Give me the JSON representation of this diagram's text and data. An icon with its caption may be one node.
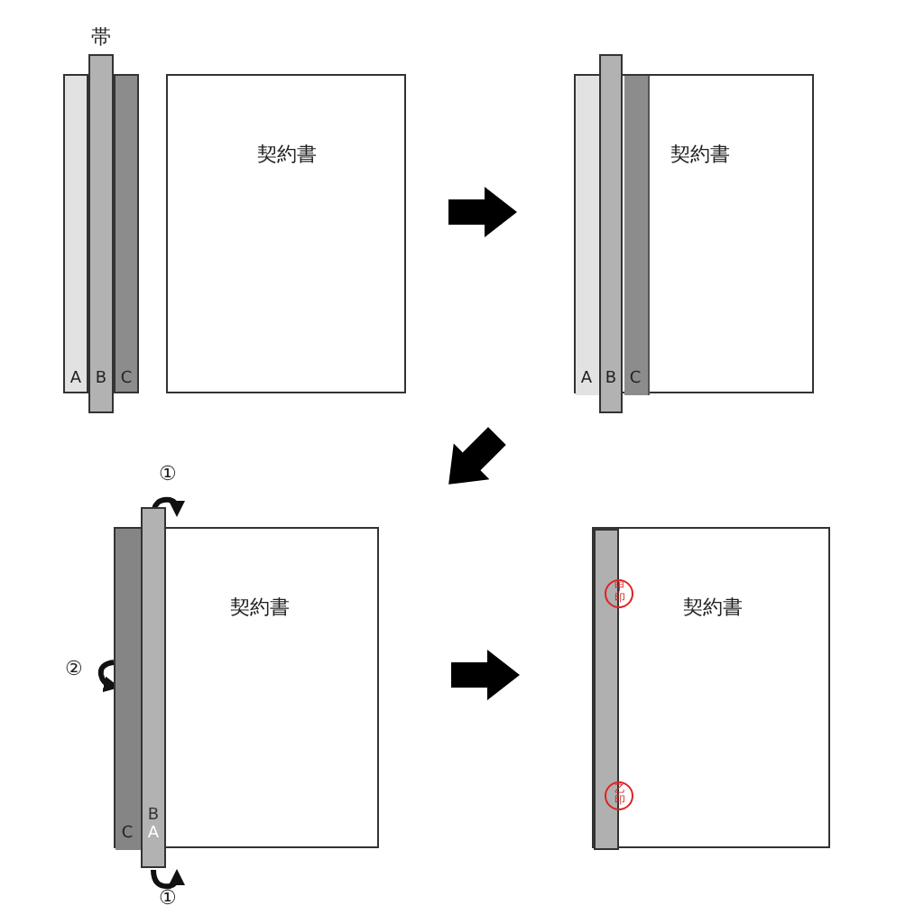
{
  "diagram": {
    "nodes": [
      {
        "text": [
          "A"
        ]
      },
      {
        "text": [
          "帯",
          "B"
        ]
      },
      {
        "text": [
          "C"
        ]
      },
      {
        "text": [
          "契約書"
        ]
      },
      {
        "text": [
          "契約書"
        ]
      },
      {
        "text": [
          "A"
        ],
        "in": 4
      },
      {
        "text": [
          "B"
        ]
      },
      {
        "text": [
          "C"
        ],
        "in": 4
      },
      {
        "text": [
          "契約書"
        ]
      },
      {
        "text": [
          "C"
        ],
        "in": 8
      },
      {
        "text": [
          "B",
          "A"
        ]
      },
      {
        "text": [
          "契約書"
        ]
      },
      {
        "text": [],
        "shape": "bar",
        "in": 11
      },
      {
        "text": [
          "甲印"
        ],
        "in": 11
      },
      {
        "text": [
          "乙印"
        ],
        "in": 11
      }
    ],
    "edges": [
      {
        "from": 3,
        "to": 4,
        "arrow": "to"
      },
      {
        "from": 4,
        "to": 8,
        "arrow": "to"
      },
      {
        "from": 8,
        "to": 11,
        "arrow": "to"
      }
    ],
    "labels": [
      "①",
      "②",
      "①"
    ]
  }
}
